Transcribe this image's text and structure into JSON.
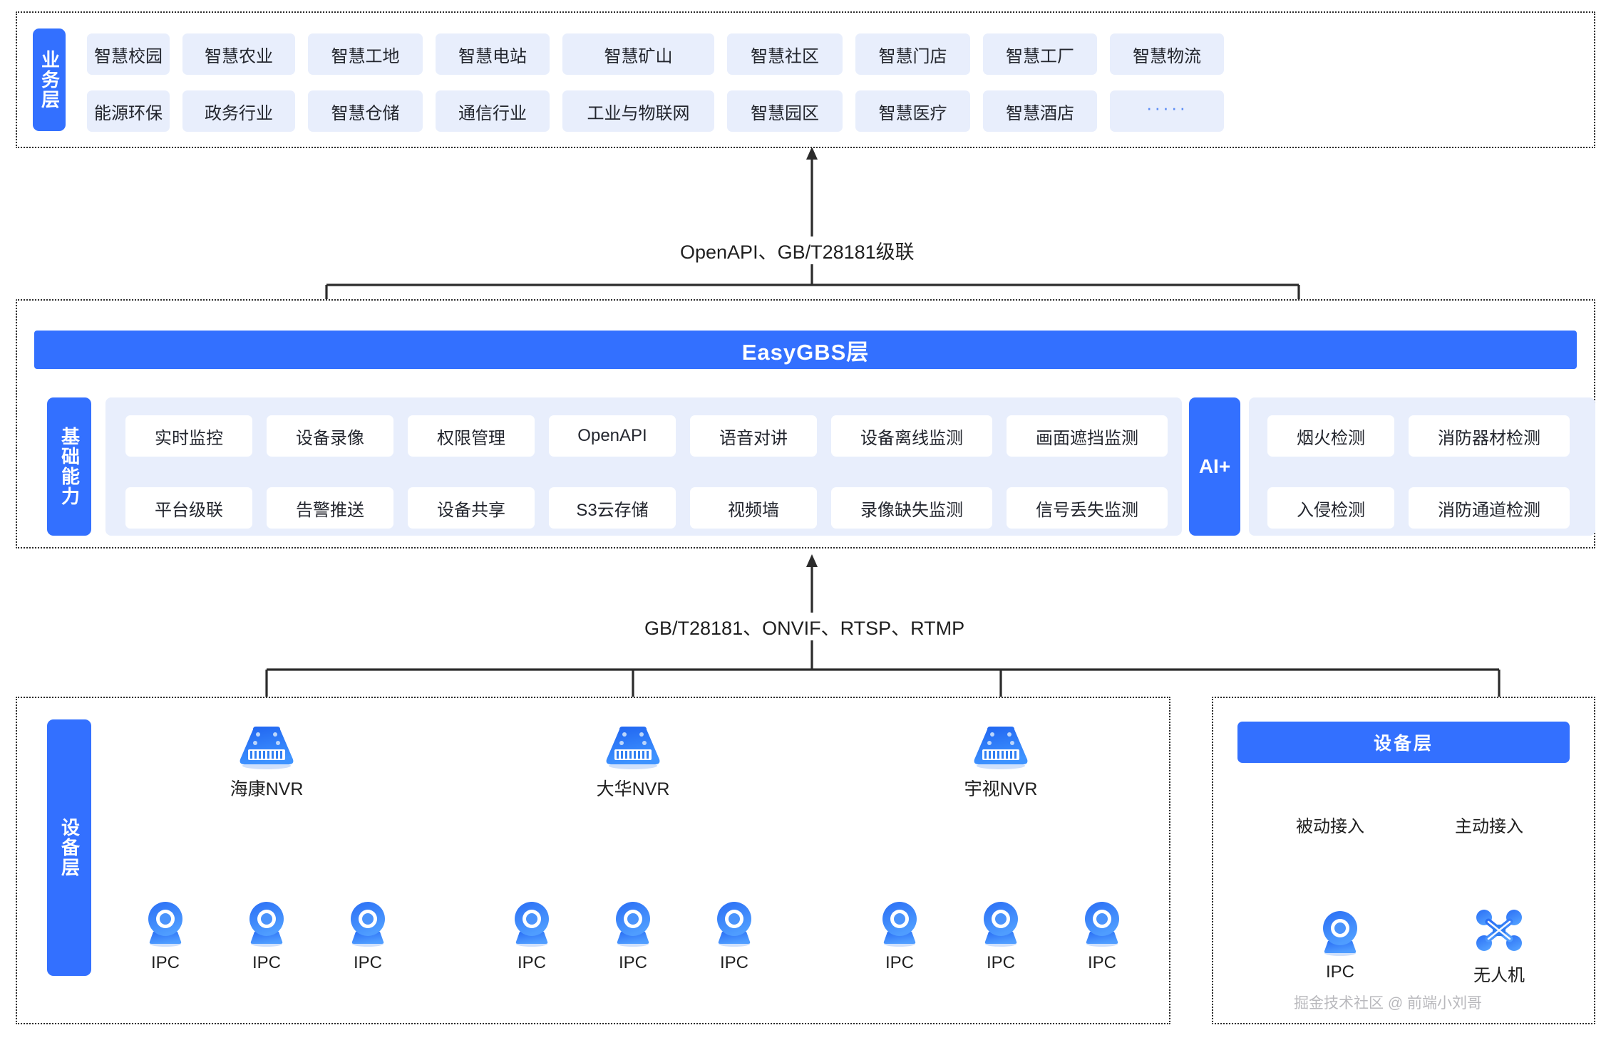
{
  "business_layer": {
    "side_label": "业务层",
    "row1": [
      "智慧校园",
      "智慧农业",
      "智慧工地",
      "智慧电站",
      "智慧矿山",
      "智慧社区",
      "智慧门店",
      "智慧工厂",
      "智慧物流"
    ],
    "row2": [
      "能源环保",
      "政务行业",
      "智慧仓储",
      "通信行业",
      "工业与物联网",
      "智慧园区",
      "智慧医疗",
      "智慧酒店",
      "·····"
    ]
  },
  "links": {
    "top": "OpenAPI、GB/T28181级联",
    "bottom": "GB/T28181、ONVIF、RTSP、RTMP"
  },
  "platform_layer": {
    "title": "EasyGBS层",
    "side_label": "基础能力",
    "capabilities_row1": [
      "实时监控",
      "设备录像",
      "权限管理",
      "OpenAPI",
      "语音对讲",
      "设备离线监测",
      "画面遮挡监测"
    ],
    "capabilities_row2": [
      "平台级联",
      "告警推送",
      "设备共享",
      "S3云存储",
      "视频墙",
      "录像缺失监测",
      "信号丢失监测"
    ],
    "ai": {
      "badge": "AI+",
      "row1": [
        "烟火检测",
        "消防器材检测"
      ],
      "row2": [
        "入侵检测",
        "消防通道检测"
      ]
    }
  },
  "device_layer": {
    "side_label": "设备层",
    "nvr_groups": [
      {
        "nvr_label": "海康NVR",
        "cameras": [
          "IPC",
          "IPC",
          "IPC"
        ]
      },
      {
        "nvr_label": "大华NVR",
        "cameras": [
          "IPC",
          "IPC",
          "IPC"
        ]
      },
      {
        "nvr_label": "宇视NVR",
        "cameras": [
          "IPC",
          "IPC",
          "IPC"
        ]
      }
    ],
    "right_panel": {
      "title": "设备层",
      "branches": [
        {
          "mode": "被动接入",
          "device": "IPC",
          "icon": "camera-icon"
        },
        {
          "mode": "主动接入",
          "device": "无人机",
          "icon": "drone-icon"
        }
      ]
    }
  },
  "watermark": "掘金技术社区 @ 前端小刘哥",
  "colors": {
    "primary": "#3370ff",
    "chip_bg": "#e8eefc",
    "chip_white": "#ffffff",
    "line": "#2b2b2b"
  }
}
